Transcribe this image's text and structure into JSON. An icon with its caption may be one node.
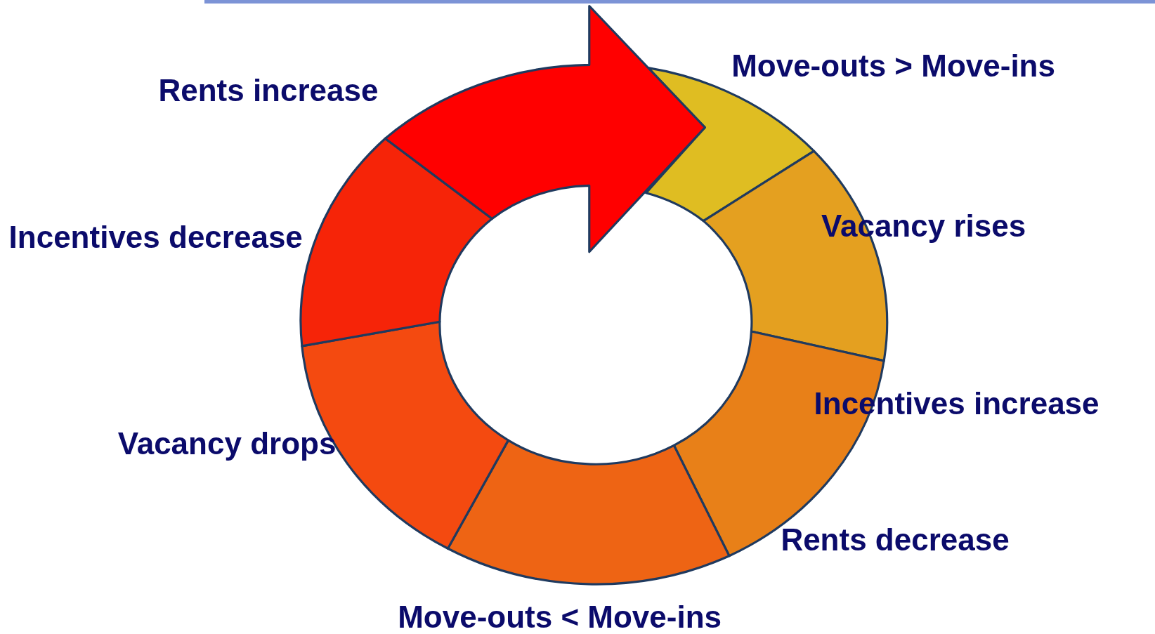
{
  "diagram": {
    "labels": [
      "Move-outs > Move-ins",
      "Rents increase",
      "Vacancy rises",
      "Incentives decrease",
      "Incentives increase",
      "Vacancy drops",
      "Rents decrease",
      "Move-outs < Move-ins"
    ]
  }
}
